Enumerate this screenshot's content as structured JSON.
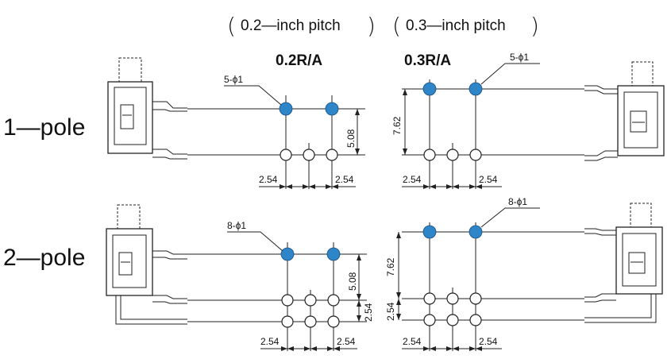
{
  "header": {
    "pitch_left": "0.2—inch pitch",
    "pitch_right": "0.3—inch pitch",
    "col_left": "0.2R/A",
    "col_right": "0.3R/A"
  },
  "rows": {
    "one_pole": "1—pole",
    "two_pole": "2—pole"
  },
  "callouts": {
    "tl": "5-ϕ1",
    "tr": "5-ϕ1",
    "bl": "8-ϕ1",
    "br": "8-ϕ1"
  },
  "dims": {
    "d_254": "2.54",
    "d_508": "5.08",
    "d_762": "7.62"
  },
  "colors": {
    "plated_hole": "#2e86c8"
  }
}
